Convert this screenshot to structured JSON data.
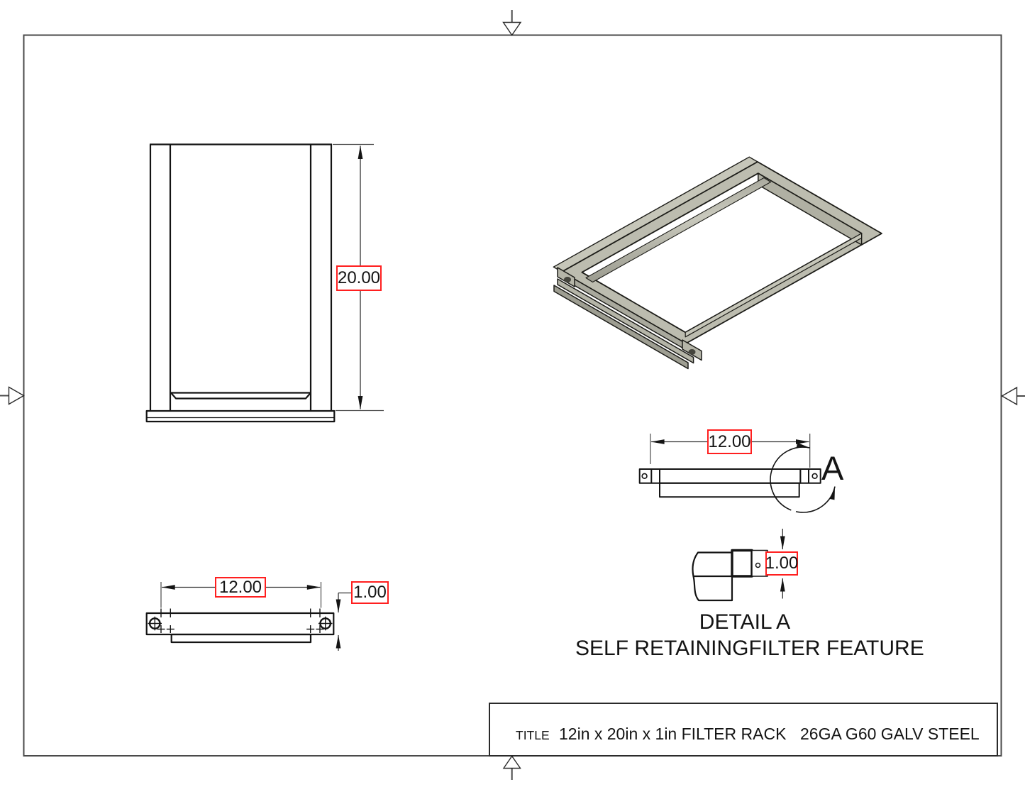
{
  "title_block": {
    "label": "TITLE",
    "part_title": "12in x 20in x 1in FILTER RACK",
    "material": "26GA G60 GALV STEEL"
  },
  "dimensions": {
    "front_height": "20.00",
    "plan_width": "12.00",
    "plan_thickness": "1.00",
    "side_width": "12.00",
    "detail_thickness": "1.00"
  },
  "detail_view": {
    "marker": "A",
    "title": "DETAIL A",
    "subtitle": "SELF RETAININGFILTER FEATURE"
  },
  "colors": {
    "dim_box_border": "#ff1f1f",
    "line": "#141414",
    "extension_line": "#4a4a4a",
    "metal_light": "#c6c6b9",
    "metal_mid": "#b5b5a8",
    "metal_dark": "#9b9b8f",
    "hole": "#44443c",
    "sheet_border": "#4a4a4a"
  }
}
